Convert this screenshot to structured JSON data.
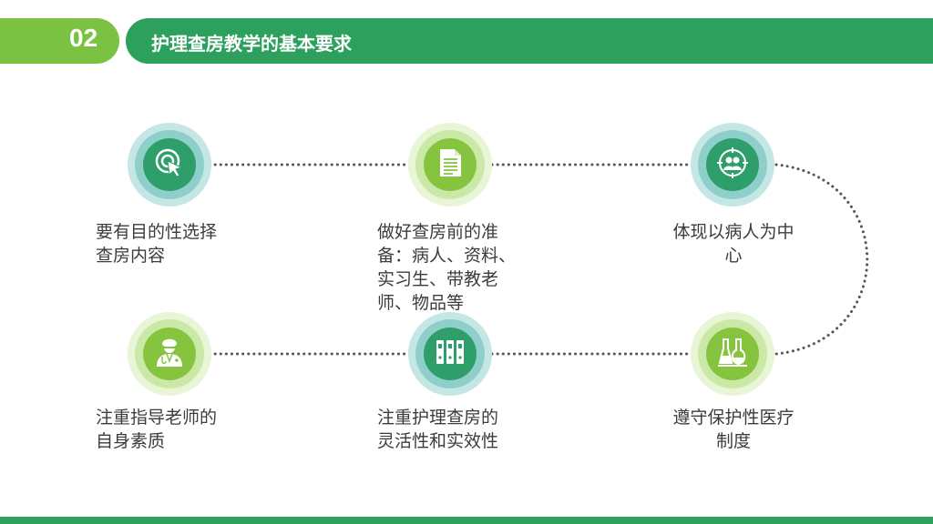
{
  "header": {
    "section_number": "02",
    "title": "护理查房教学的基本要求"
  },
  "colors": {
    "accent_green": "#2ca05c",
    "accent_lime": "#7cc242",
    "connector": "#555555"
  },
  "steps": [
    {
      "label_lines": [
        "要有目的性选择",
        "查房内容"
      ],
      "icon": "target-cursor-icon"
    },
    {
      "label_lines": [
        "做好查房前的准",
        "备：病人、资料、",
        "实习生、带教老",
        "师、物品等"
      ],
      "icon": "document-icon"
    },
    {
      "label_lines": [
        "体现以病人为中",
        "心"
      ],
      "icon": "people-icon"
    },
    {
      "label_lines": [
        "遵守保护性医疗",
        "制度"
      ],
      "icon": "lab-flasks-icon"
    },
    {
      "label_lines": [
        "注重护理查房的",
        "灵活性和实效性"
      ],
      "icon": "binders-icon"
    },
    {
      "label_lines": [
        "注重指导老师的",
        "自身素质"
      ],
      "icon": "doctor-icon"
    }
  ]
}
